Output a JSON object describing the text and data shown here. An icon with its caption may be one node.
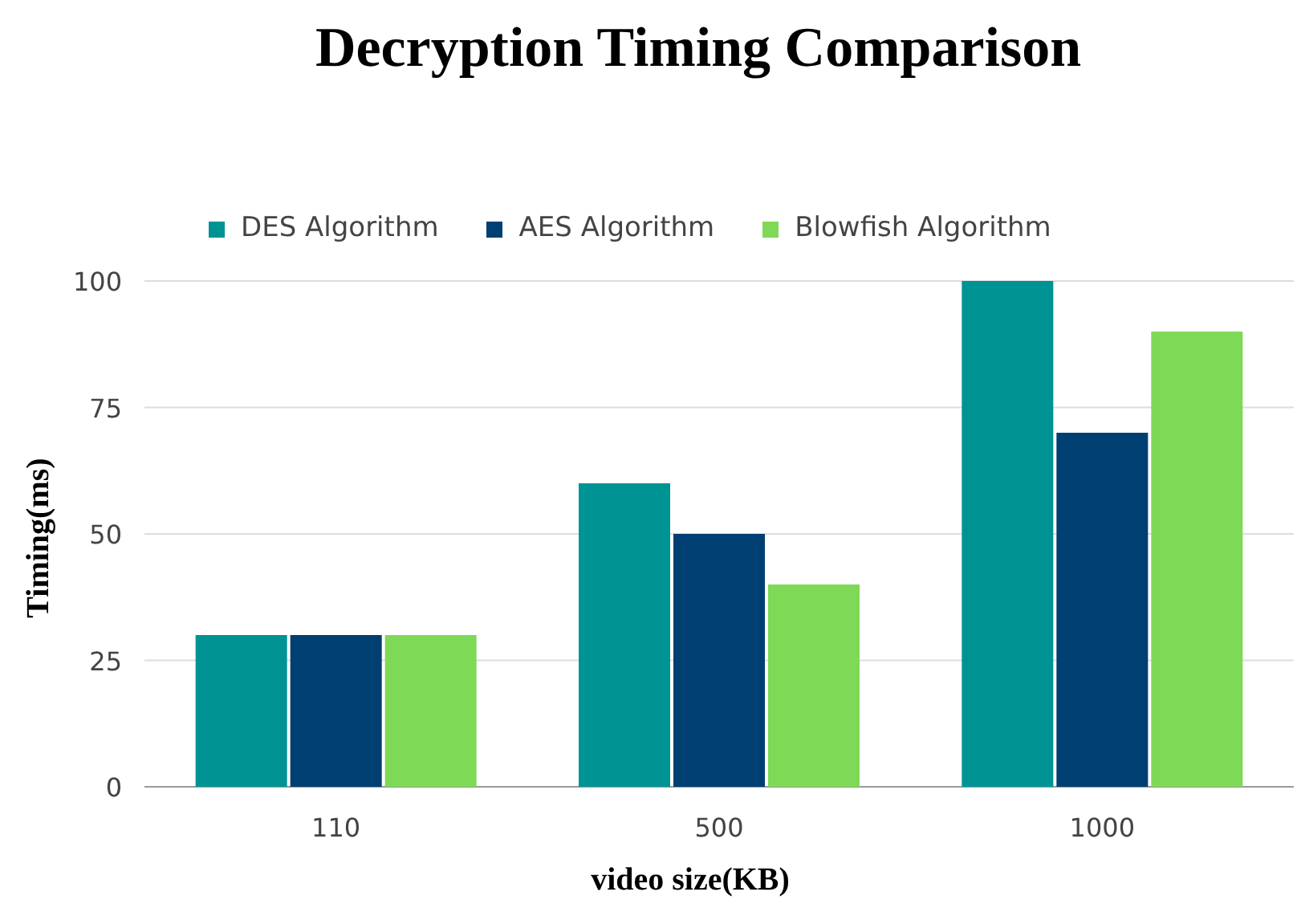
{
  "diagram": {
    "title": "Decryption Timing Comparison",
    "chart_data": {
      "type": "bar",
      "xlabel": "video size(KB)",
      "ylabel": "Timing(ms)",
      "categories": [
        "110",
        "500",
        "1000"
      ],
      "series": [
        {
          "name": "DES Algorithm",
          "color": "#009393",
          "values": [
            30,
            60,
            100
          ]
        },
        {
          "name": "AES Algorithm",
          "color": "#003f72",
          "values": [
            30,
            50,
            70
          ]
        },
        {
          "name": "Blowfish Algorithm",
          "color": "#7ed957",
          "values": [
            30,
            40,
            90
          ]
        }
      ],
      "ylim": [
        0,
        100
      ],
      "grid": true,
      "yticks": [
        0,
        25,
        50,
        75,
        100
      ]
    }
  }
}
